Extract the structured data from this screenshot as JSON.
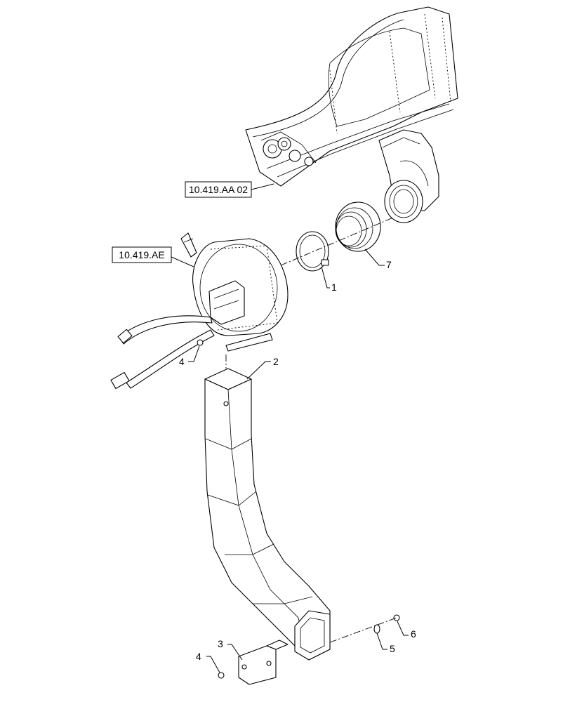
{
  "references": {
    "upper": "10.419.AA 02",
    "left": "10.419.AE"
  },
  "callouts": {
    "c1": "1",
    "c2": "2",
    "c3": "3",
    "c4a": "4",
    "c4b": "4",
    "c5": "5",
    "c6": "6",
    "c7": "7"
  }
}
